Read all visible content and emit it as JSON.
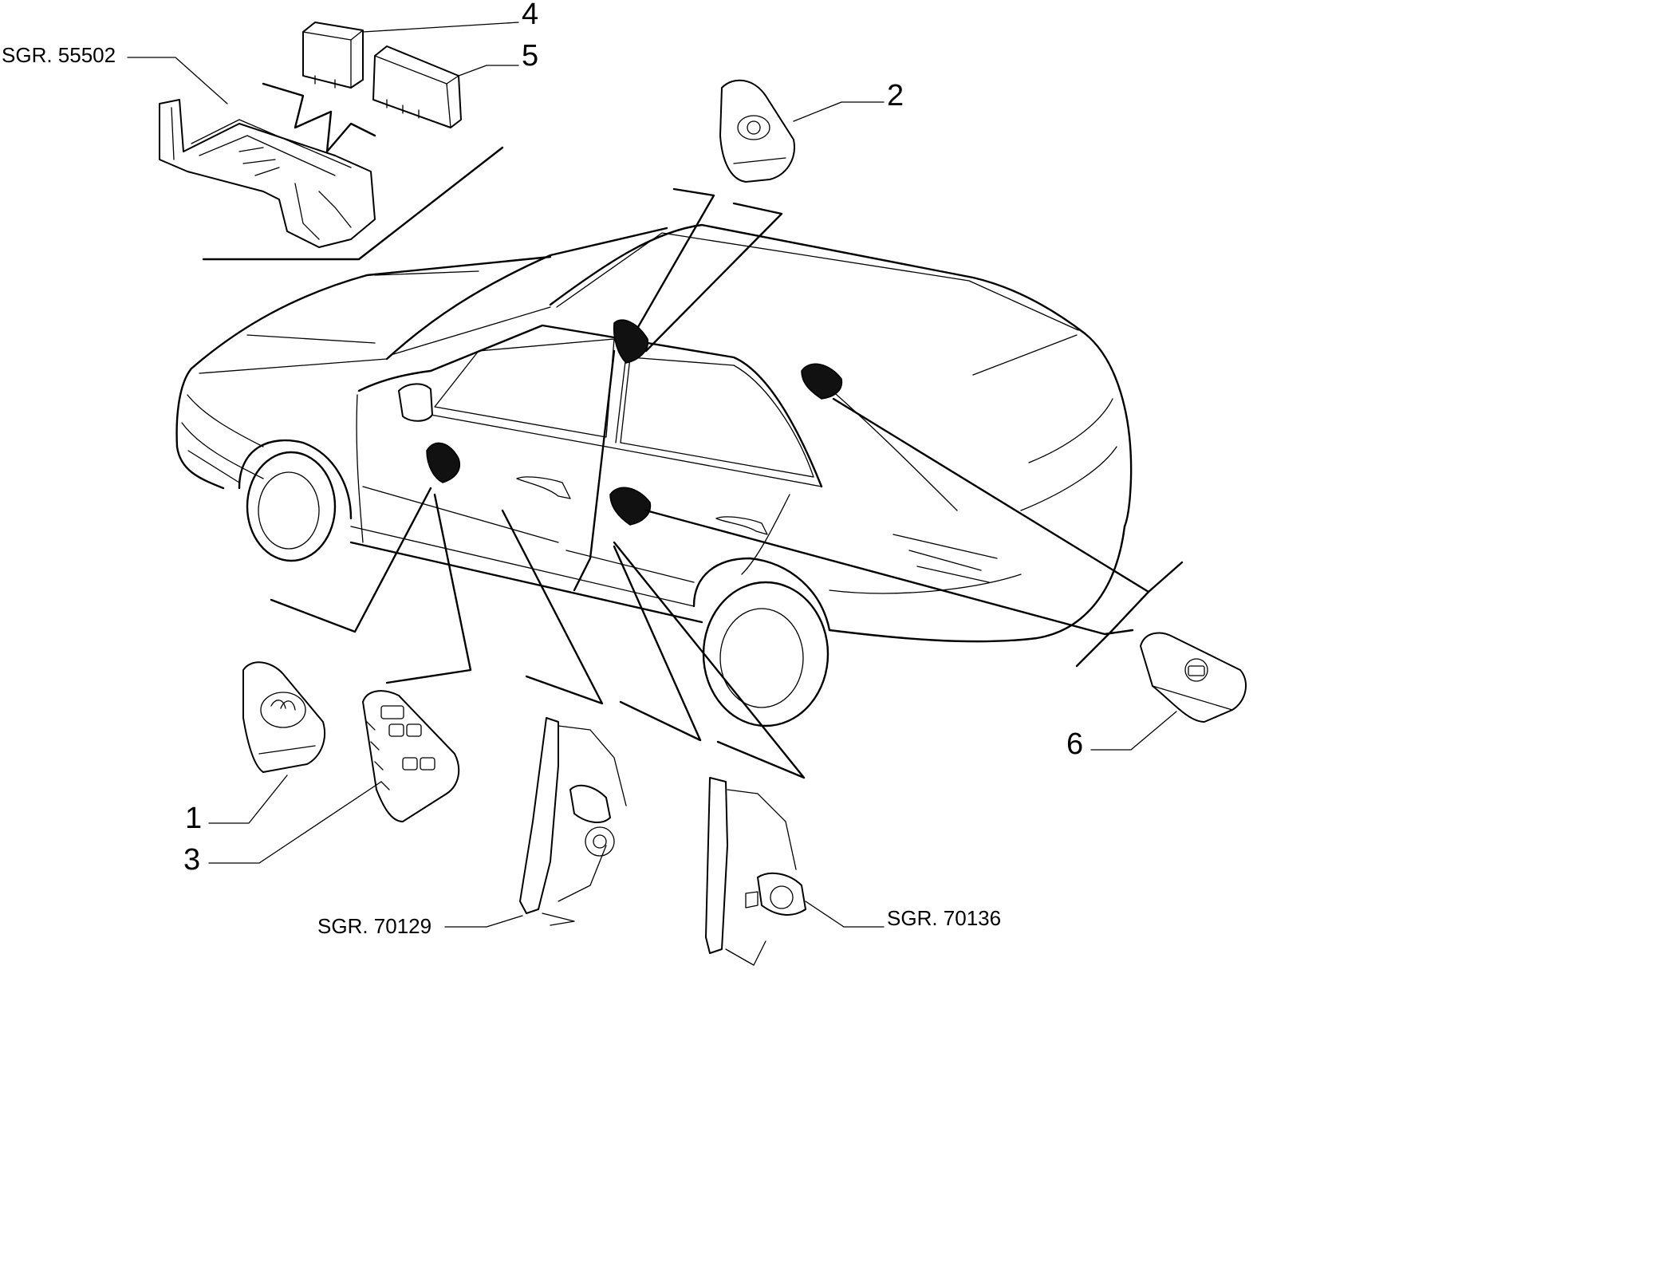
{
  "callouts": {
    "item_1": "1",
    "item_2": "2",
    "item_3": "3",
    "item_4": "4",
    "item_5": "5",
    "item_6": "6",
    "ref_left_top": "SGR. 55502",
    "ref_bottom_left": "SGR. 70129",
    "ref_bottom_right": "SGR. 70136"
  }
}
